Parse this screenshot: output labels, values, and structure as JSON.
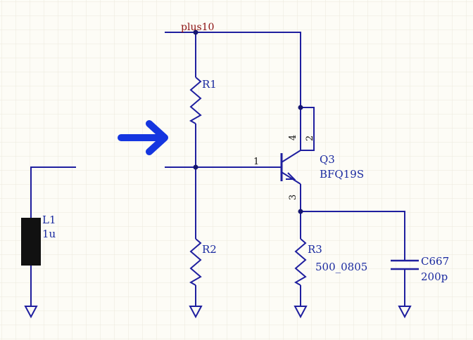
{
  "schematic": {
    "net_label": "plus10",
    "colors": {
      "background": "#fdfcf6",
      "grid": "#ece9dc",
      "wire": "#1f1f9f",
      "component": "#1f1f9f",
      "junction": "#161670",
      "net_label": "#8b1010",
      "arrow": "#1536e0",
      "inductor_body": "#111111"
    },
    "components": {
      "R1": {
        "designator": "R1"
      },
      "R2": {
        "designator": "R2"
      },
      "R3": {
        "designator": "R3",
        "value": "500_0805"
      },
      "L1": {
        "designator": "L1",
        "value": "1u"
      },
      "C667": {
        "designator": "C667",
        "value": "200p"
      },
      "Q3": {
        "designator": "Q3",
        "value": "BFQ19S",
        "pins": {
          "base": "1",
          "collector_a": "4",
          "collector_b": "2",
          "emitter": "3"
        }
      }
    },
    "annotation": {
      "icon": "arrow-right-icon"
    }
  }
}
